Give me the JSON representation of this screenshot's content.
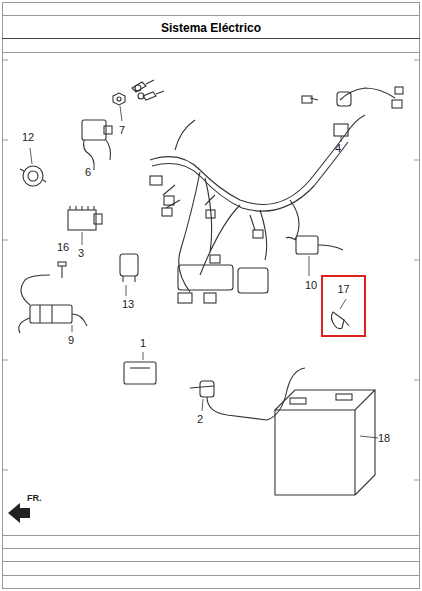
{
  "diagram": {
    "title": "Sistema Eléctrico",
    "nodes": [
      {
        "text": [
          "17"
        ]
      }
    ],
    "labels": [
      "7",
      "4",
      "12",
      "6",
      "3",
      "16",
      "10",
      "13",
      "9",
      "1",
      "2",
      "18",
      "FR."
    ]
  }
}
